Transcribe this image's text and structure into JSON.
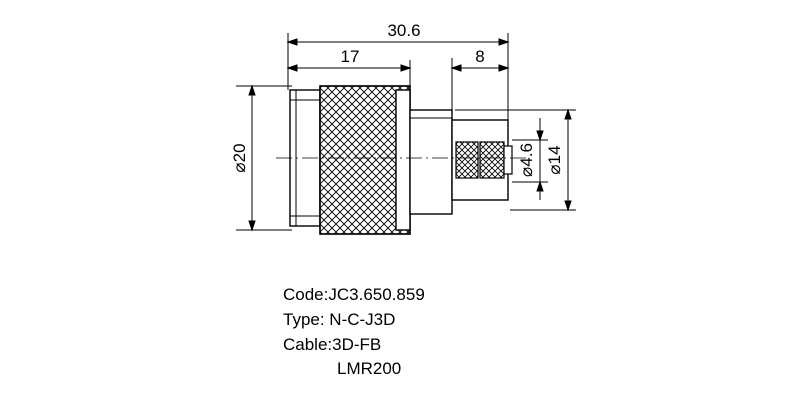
{
  "drawing": {
    "dimensions": {
      "overall_length": "30.6",
      "nut_length": "17",
      "crimp_length": "8",
      "body_diameter": "20",
      "crimp_diameter": "14",
      "pin_diameter": "4.6",
      "diameter_symbol": "⌀"
    },
    "specs": {
      "code": "Code:JC3.650.859",
      "type": "Type: N-C-J3D",
      "cable": "Cable:3D-FB",
      "cable_alt": "LMR200"
    }
  }
}
